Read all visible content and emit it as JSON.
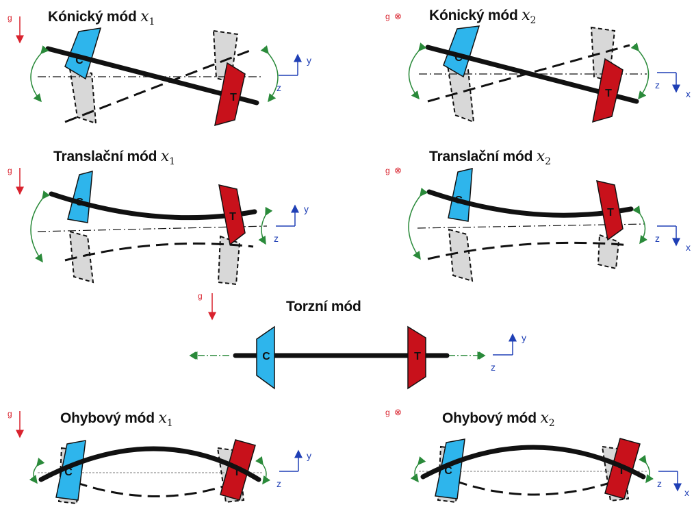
{
  "modes": {
    "conical_x1": {
      "title": "Kónický mód",
      "var": "x",
      "sub": "1"
    },
    "conical_x2": {
      "title": "Kónický mód",
      "var": "x",
      "sub": "2"
    },
    "transl_x1": {
      "title": "Translační mód",
      "var": "x",
      "sub": "1"
    },
    "transl_x2": {
      "title": "Translační mód",
      "var": "x",
      "sub": "2"
    },
    "torsion": {
      "title": "Torzní mód"
    },
    "bend_x1": {
      "title": "Ohybový mód",
      "var": "x",
      "sub": "1"
    },
    "bend_x2": {
      "title": "Ohybový mód",
      "var": "x",
      "sub": "2"
    }
  },
  "labels": {
    "gravity": "g",
    "into_page": "⊗",
    "compressor": "C",
    "turbine": "T",
    "axis_y": "y",
    "axis_z": "z",
    "axis_x": "x"
  },
  "colors": {
    "compressor": "#2eb5ec",
    "turbine": "#c8111b",
    "ghost": "#d8d8d8",
    "shaft": "#111111",
    "gravity": "#d9232e",
    "axis": "#1f3fb5",
    "rotation_arrow": "#2a8a3a"
  }
}
